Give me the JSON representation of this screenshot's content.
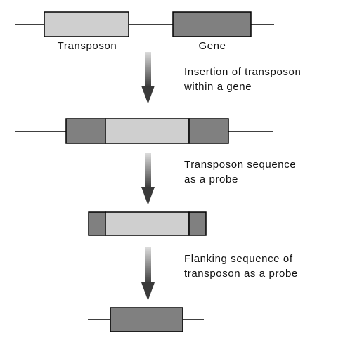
{
  "labels": {
    "transposon": "Transposon",
    "gene": "Gene"
  },
  "steps": [
    {
      "line1": "Insertion of transposon",
      "line2": "within a gene"
    },
    {
      "line1": "Transposon sequence",
      "line2": "as a probe"
    },
    {
      "line1": "Flanking  sequence of",
      "line2": "transposon as a probe"
    }
  ],
  "colors": {
    "transposon_fill": "#cfcfcf",
    "gene_fill": "#808080",
    "line": "#000000",
    "arrow_light": "#d8d8d8",
    "arrow_dark": "#3a3a3a"
  }
}
